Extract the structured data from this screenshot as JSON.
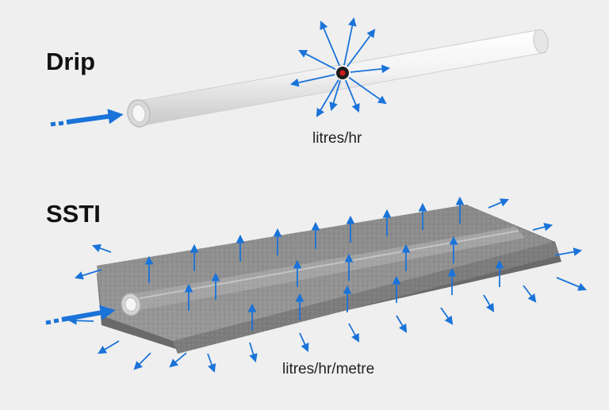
{
  "drip": {
    "title": "Drip",
    "unit_label": "litres/hr"
  },
  "ssti": {
    "title": "SSTI",
    "unit_label": "litres/hr/metre"
  },
  "colors": {
    "background": "#efefef",
    "arrow": "#1a73d9",
    "pipe": "#f4f4f4",
    "fabric": "#8e8e8e",
    "emitter_dot": "#d11a1a"
  }
}
